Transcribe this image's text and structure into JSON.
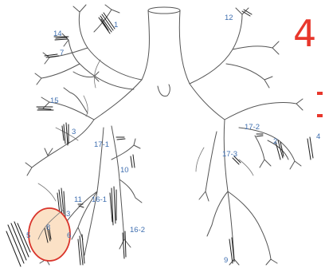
{
  "figure": {
    "panel_number": "4",
    "accent_color": "#e8372c",
    "label_color": "#3f6fb0",
    "highlight_fill": "#fbe1c6",
    "highlight_stroke": "#d9342b"
  },
  "segments": [
    {
      "id": "seg-1",
      "text": "1"
    },
    {
      "id": "seg-14",
      "text": "14"
    },
    {
      "id": "seg-7",
      "text": "7"
    },
    {
      "id": "seg-15",
      "text": "15"
    },
    {
      "id": "seg-3-upper",
      "text": "3"
    },
    {
      "id": "seg-17-1",
      "text": "17-1"
    },
    {
      "id": "seg-10",
      "text": "10"
    },
    {
      "id": "seg-11",
      "text": "11"
    },
    {
      "id": "seg-16-1",
      "text": "16-1"
    },
    {
      "id": "seg-3-lower",
      "text": "3"
    },
    {
      "id": "seg-5",
      "text": "5"
    },
    {
      "id": "seg-8",
      "text": "8"
    },
    {
      "id": "seg-6",
      "text": "6"
    },
    {
      "id": "seg-16-2",
      "text": "16-2"
    },
    {
      "id": "seg-12",
      "text": "12"
    },
    {
      "id": "seg-17-2",
      "text": "17-2"
    },
    {
      "id": "seg-2",
      "text": "2"
    },
    {
      "id": "seg-4",
      "text": "4"
    },
    {
      "id": "seg-17-3",
      "text": "17-3"
    },
    {
      "id": "seg-9",
      "text": "9"
    }
  ]
}
